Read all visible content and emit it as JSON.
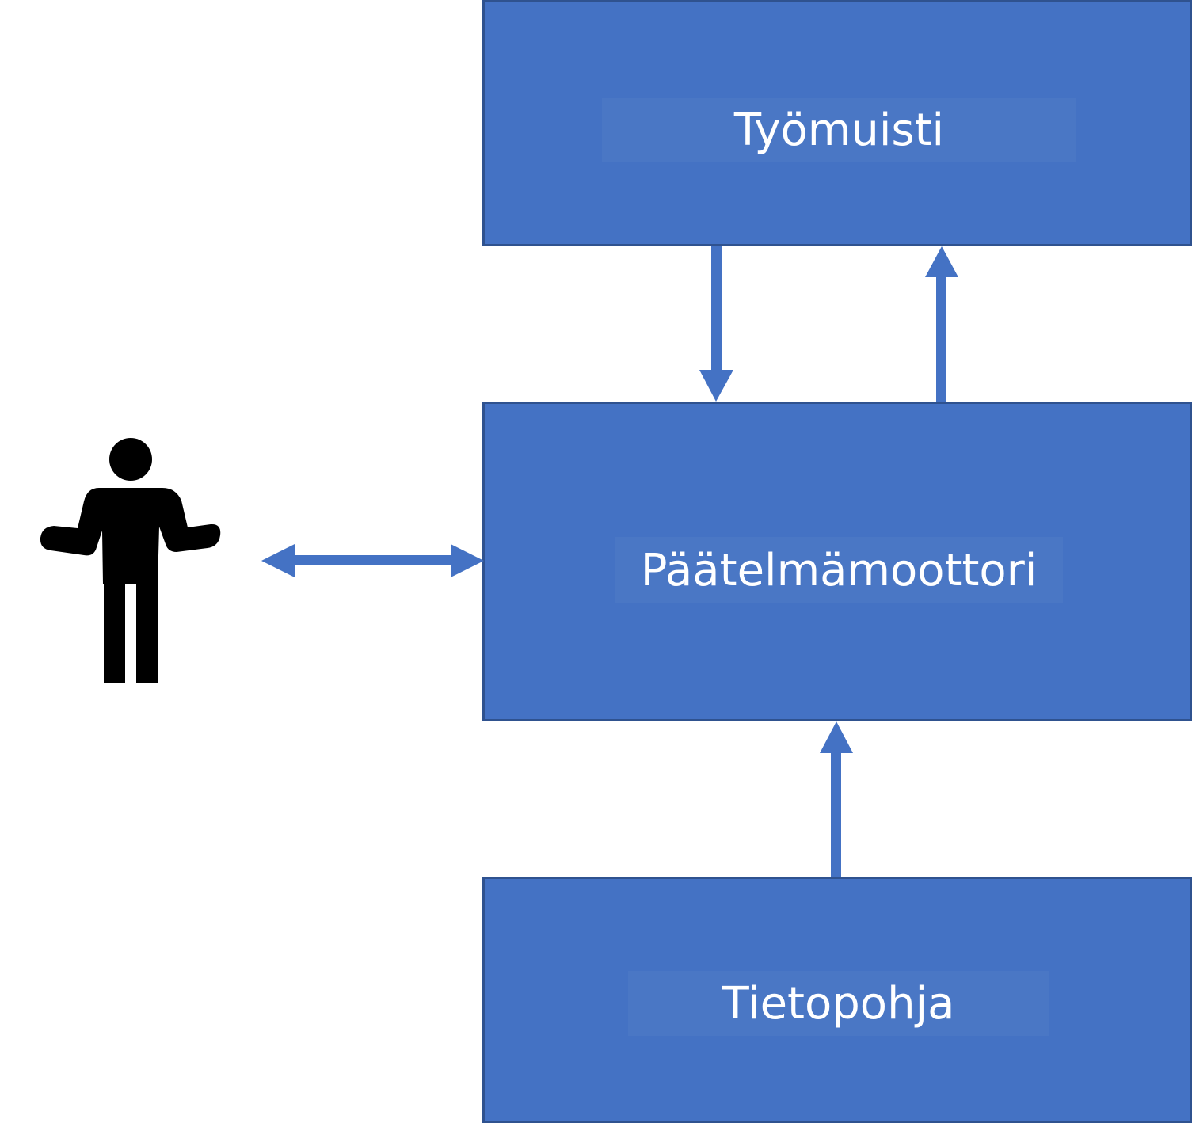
{
  "diagram": {
    "boxes": {
      "working_memory": "Työmuisti",
      "inference_engine": "Päätelmämoottori",
      "knowledge_base": "Tietopohja"
    },
    "colors": {
      "box_fill": "#4472c4",
      "box_border": "#2f528f",
      "arrow": "#4472c4",
      "label_text": "#ffffff",
      "person": "#000000"
    },
    "icons": {
      "user": "person-shrugging-icon"
    },
    "connections": [
      {
        "from": "working_memory",
        "to": "inference_engine"
      },
      {
        "from": "inference_engine",
        "to": "working_memory"
      },
      {
        "from": "knowledge_base",
        "to": "inference_engine"
      },
      {
        "from": "user",
        "to": "inference_engine",
        "bidirectional": true
      }
    ]
  }
}
